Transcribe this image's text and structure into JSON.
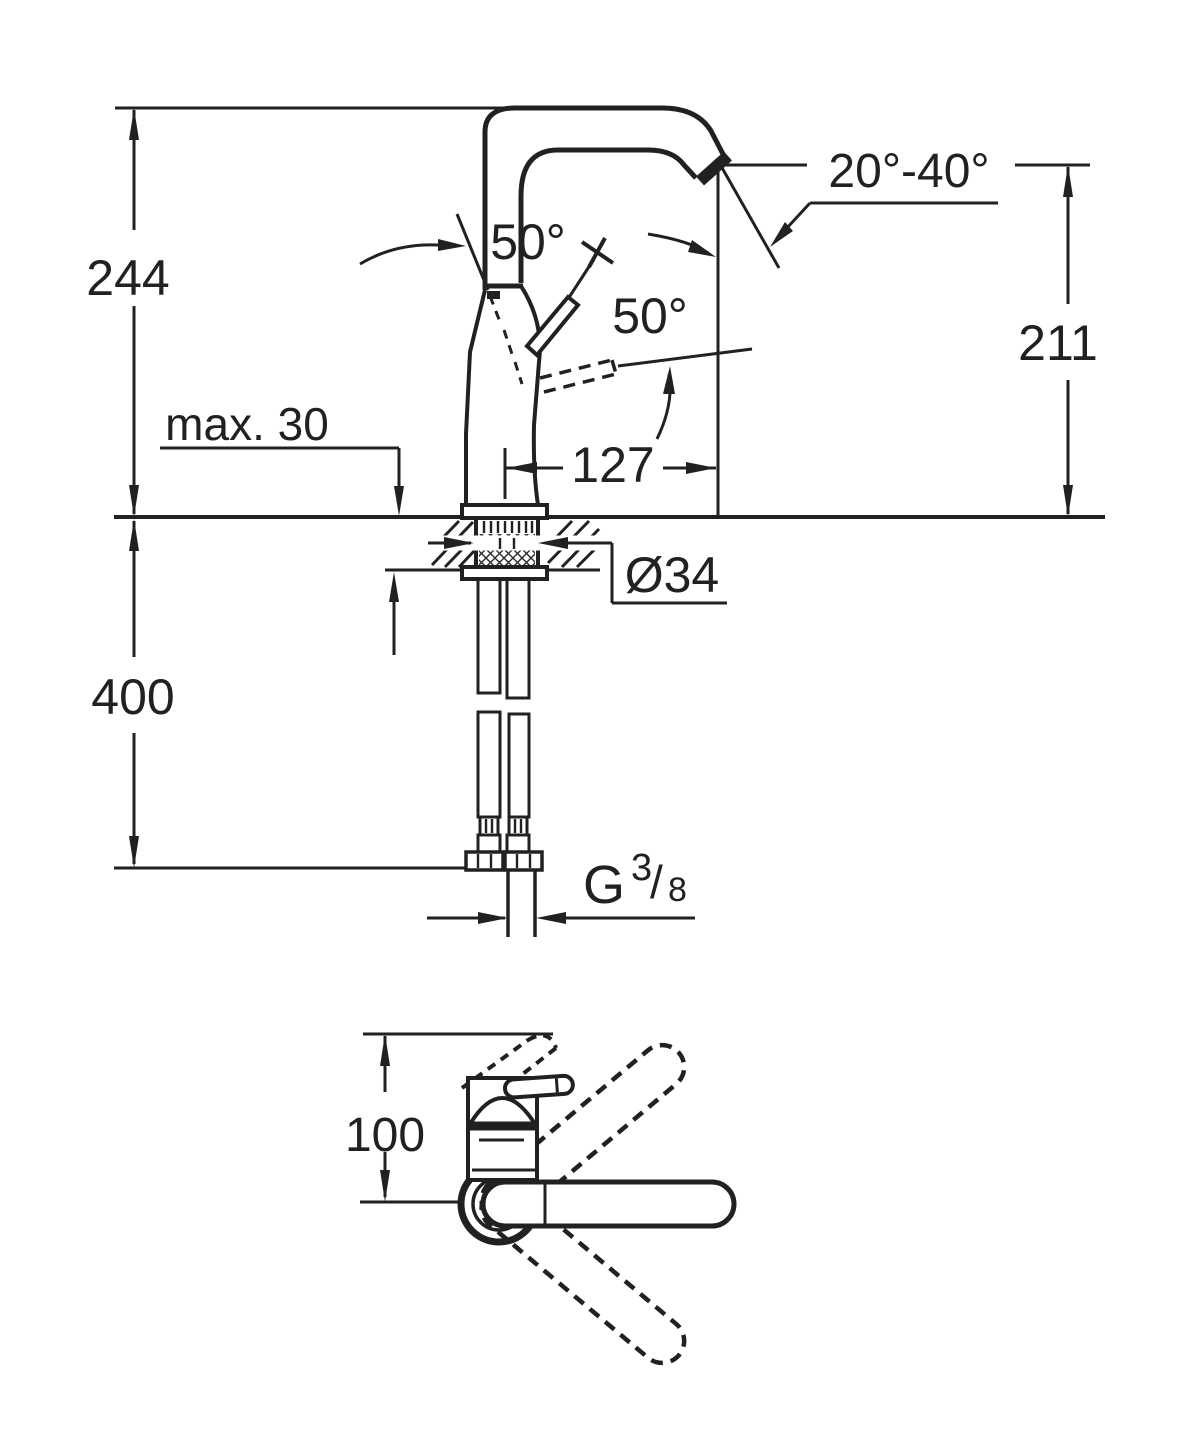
{
  "drawing": {
    "background": "#ffffff",
    "line_color": "#212121",
    "labels": {
      "overall_height": "244",
      "max_deck_thickness": "max. 30",
      "hose_length": "400",
      "handle_angle": "50°",
      "handle_open_angle": "50°",
      "spout_tilt_range": "20°-40°",
      "outlet_height": "211",
      "spout_projection": "127",
      "hole_diameter": "Ø34",
      "thread_g": "G",
      "thread_sup": "3",
      "thread_slash": "/",
      "thread_sub": "8",
      "top_view_height": "100"
    }
  }
}
